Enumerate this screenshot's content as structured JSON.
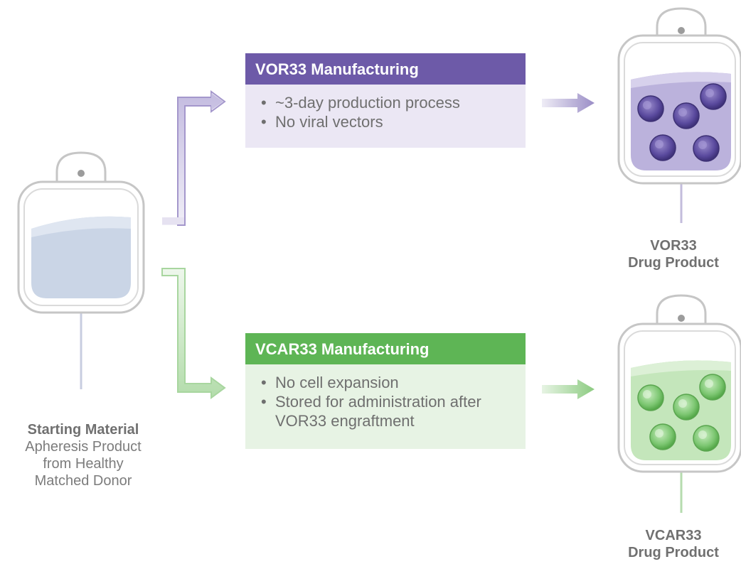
{
  "starting_material": {
    "title": "Starting Material",
    "description_lines": [
      "Apheresis Product",
      "from Healthy",
      "Matched Donor"
    ]
  },
  "vor33_process": {
    "title": "VOR33 Manufacturing",
    "bullets": [
      "~3-day production process",
      "No viral vectors"
    ],
    "color": "#6d5aa8",
    "light_color": "#ebe7f4"
  },
  "vcar33_process": {
    "title": "VCAR33 Manufacturing",
    "bullets": [
      "No cell expansion",
      "Stored for administration after VOR33 engraftment"
    ],
    "color": "#5eb555",
    "light_color": "#e7f3e4"
  },
  "vor33_product": {
    "lines": [
      "VOR33",
      "Drug Product"
    ],
    "cell_count": 5
  },
  "vcar33_product": {
    "lines": [
      "VCAR33",
      "Drug Product"
    ],
    "cell_count": 5
  },
  "bullet_symbol": "•"
}
